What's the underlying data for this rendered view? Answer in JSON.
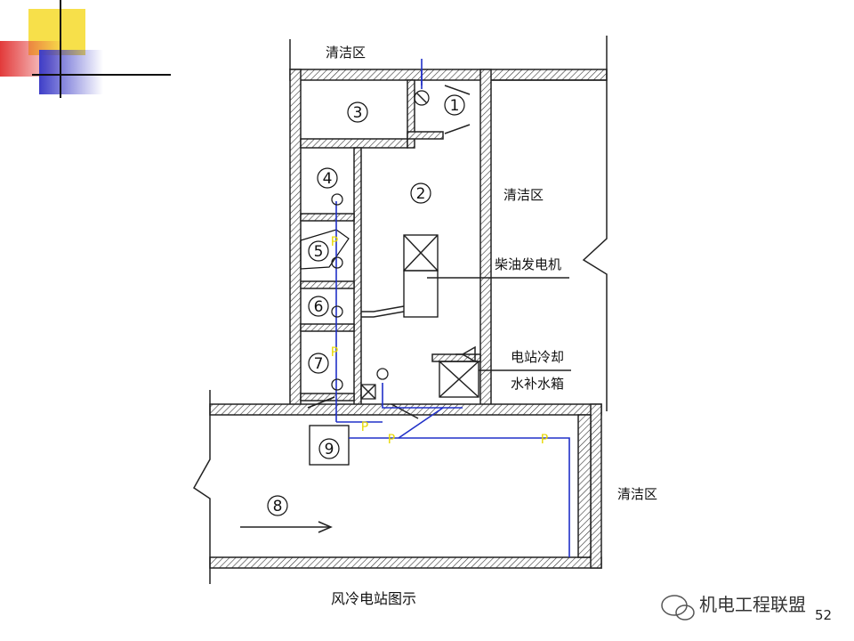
{
  "title": "风冷电站图示",
  "labels": {
    "clean_top": "清洁区",
    "clean_right": "清洁区",
    "clean_bottom_right": "清洁区",
    "diesel_generator": "柴油发电机",
    "cooling_tank_line1": "电站冷却",
    "cooling_tank_line2": "水补水箱"
  },
  "rooms": {
    "r1": "1",
    "r2": "2",
    "r3": "3",
    "r4": "4",
    "r5": "5",
    "r6": "6",
    "r7": "7",
    "r8": "8",
    "r9": "9"
  },
  "pressure_marker": "P",
  "watermark": "机电工程联盟",
  "page_number": "52",
  "colors": {
    "pipe": "#2030c8",
    "pressure": "#e8d800",
    "corner_yellow": "#f7e04a",
    "corner_red": "#e23a3a",
    "corner_blue": "#3e3ec8"
  }
}
